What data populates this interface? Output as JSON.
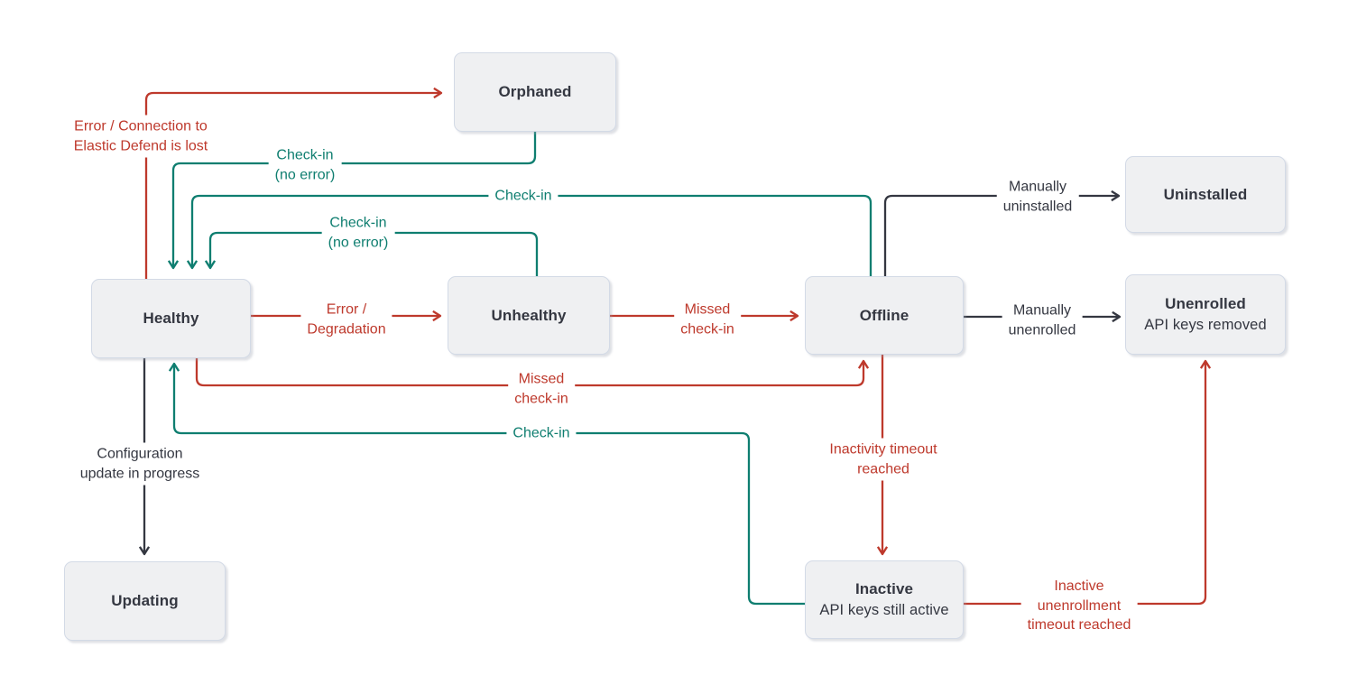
{
  "diagram": {
    "colors": {
      "red": "#be392c",
      "teal": "#0f7e70",
      "dark": "#343741",
      "node_fill": "#eff0f2",
      "node_border": "#d3dae6",
      "text": "#343741",
      "background": "#ffffff"
    },
    "nodes": {
      "orphaned": {
        "label": "Orphaned"
      },
      "healthy": {
        "label": "Healthy"
      },
      "unhealthy": {
        "label": "Unhealthy"
      },
      "offline": {
        "label": "Offline"
      },
      "uninstalled": {
        "label": "Uninstalled"
      },
      "unenrolled": {
        "label": "Unenrolled",
        "sublabel": "API keys removed"
      },
      "updating": {
        "label": "Updating"
      },
      "inactive": {
        "label": "Inactive",
        "sublabel": "API keys still active"
      }
    },
    "edges": {
      "healthy_to_orphaned": {
        "color": "red",
        "line1": "Error / Connection to",
        "line2": "Elastic Defend is lost"
      },
      "orphaned_to_healthy": {
        "color": "teal",
        "line1": "Check-in",
        "line2": "(no error)"
      },
      "offline_to_healthy": {
        "color": "teal",
        "line1": "Check-in"
      },
      "unhealthy_to_healthy": {
        "color": "teal",
        "line1": "Check-in",
        "line2": "(no error)"
      },
      "healthy_to_unhealthy": {
        "color": "red",
        "line1": "Error /",
        "line2": "Degradation"
      },
      "unhealthy_to_offline": {
        "color": "red",
        "line1": "Missed",
        "line2": "check-in"
      },
      "offline_to_uninstalled": {
        "color": "dark",
        "line1": "Manually",
        "line2": "uninstalled"
      },
      "offline_to_unenrolled": {
        "color": "dark",
        "line1": "Manually",
        "line2": "unenrolled"
      },
      "healthy_to_offline": {
        "color": "red",
        "line1": "Missed",
        "line2": "check-in"
      },
      "inactive_to_healthy": {
        "color": "teal",
        "line1": "Check-in"
      },
      "offline_to_inactive": {
        "color": "red",
        "line1": "Inactivity timeout",
        "line2": "reached"
      },
      "inactive_to_unenrolled": {
        "color": "red",
        "line1": "Inactive",
        "line2": "unenrollment",
        "line3": "timeout reached"
      },
      "healthy_to_updating": {
        "color": "dark",
        "line1": "Configuration",
        "line2": "update in progress"
      }
    }
  }
}
